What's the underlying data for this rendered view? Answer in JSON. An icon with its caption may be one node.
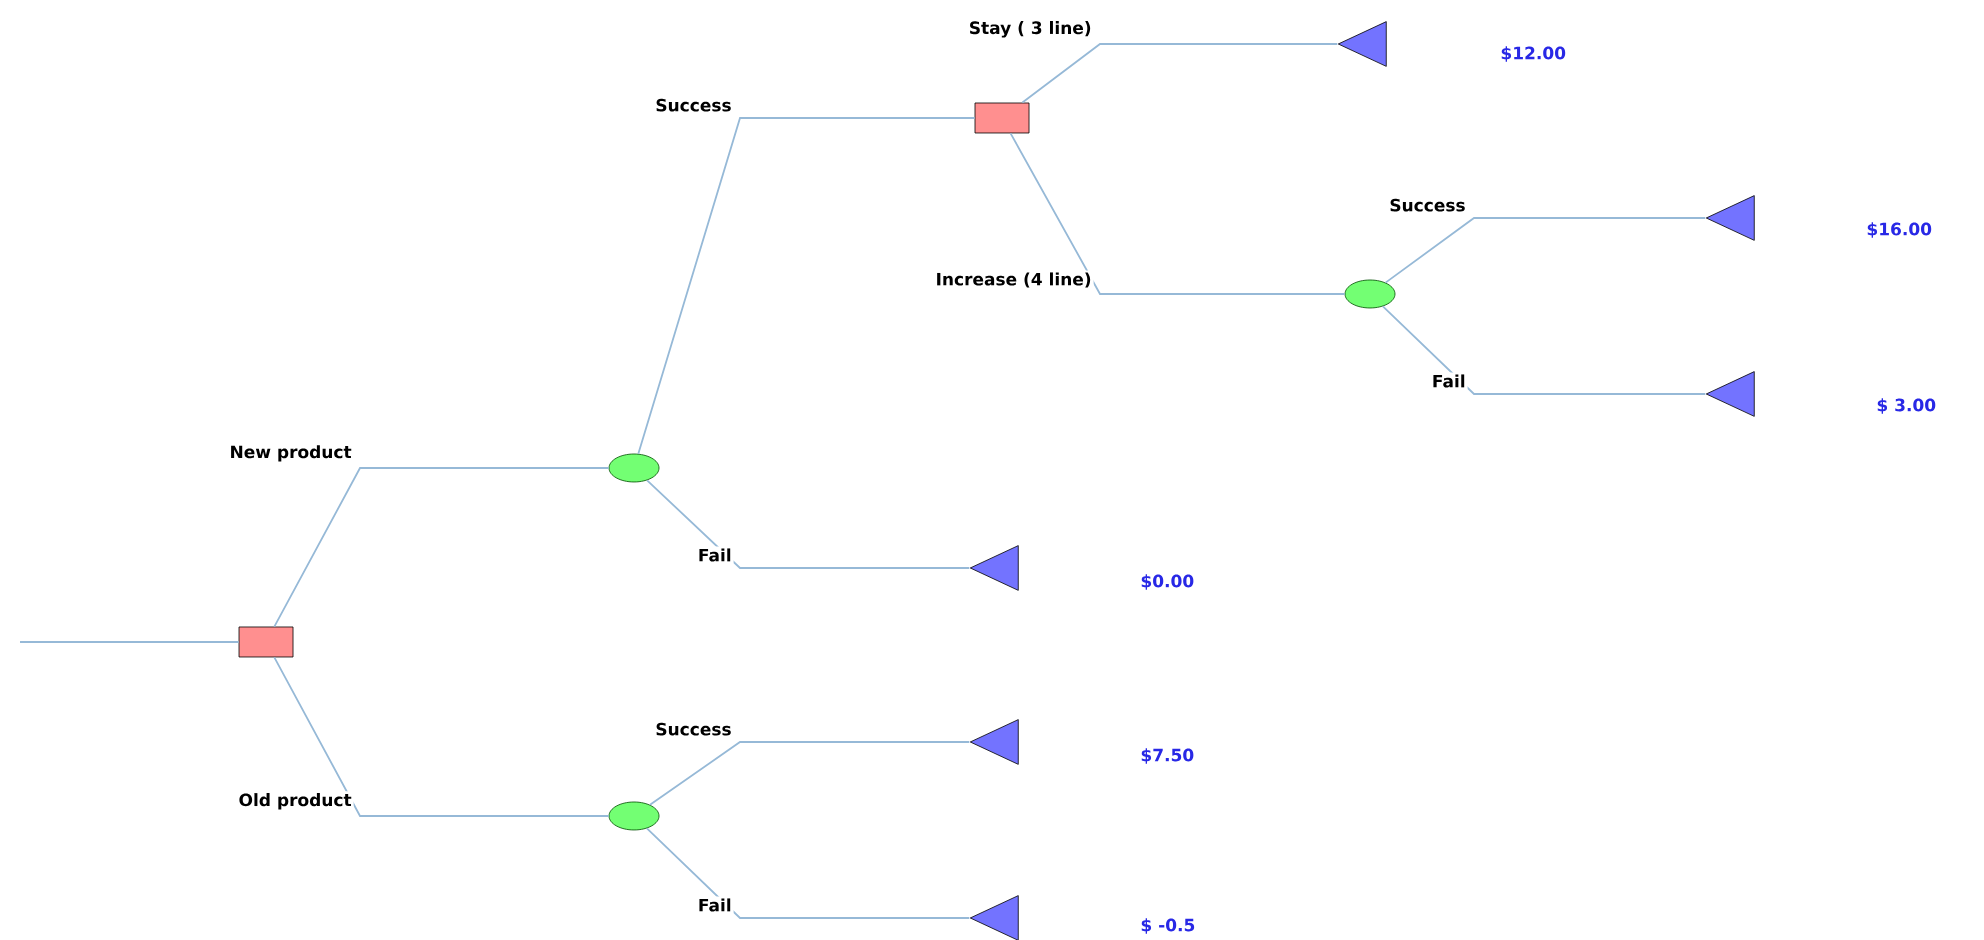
{
  "diagram": {
    "nodes": [
      {
        "text": [],
        "shape": "box"
      },
      {
        "text": [],
        "shape": "circle"
      },
      {
        "text": [],
        "shape": "circle"
      },
      {
        "text": [],
        "shape": "box"
      },
      {
        "text": [],
        "shape": "triangle"
      },
      {
        "text": [],
        "shape": "triangle"
      },
      {
        "text": [],
        "shape": "triangle"
      },
      {
        "text": [],
        "shape": "circle"
      },
      {
        "text": [],
        "shape": "triangle"
      },
      {
        "text": [],
        "shape": "triangle"
      },
      {
        "text": [],
        "shape": "triangle"
      }
    ],
    "edges": [
      {
        "from": null,
        "to": 0,
        "arrow": "none"
      },
      {
        "from": 0,
        "to": 1,
        "arrow": "none",
        "label": "New product"
      },
      {
        "from": 0,
        "to": 2,
        "arrow": "none",
        "label": "Old product"
      },
      {
        "from": 1,
        "to": 3,
        "arrow": "none",
        "label": "Success"
      },
      {
        "from": 1,
        "to": 4,
        "arrow": "none",
        "label": "Fail"
      },
      {
        "from": 2,
        "to": 5,
        "arrow": "none",
        "label": "Success"
      },
      {
        "from": 2,
        "to": 6,
        "arrow": "none",
        "label": "Fail"
      },
      {
        "from": 3,
        "to": 8,
        "arrow": "none",
        "label": "Stay ( 3 line)"
      },
      {
        "from": 3,
        "to": 7,
        "arrow": "none",
        "label": "Increase (4 line)"
      },
      {
        "from": 7,
        "to": 9,
        "arrow": "none",
        "label": "Success"
      },
      {
        "from": 7,
        "to": 10,
        "arrow": "none",
        "label": "Fail"
      }
    ],
    "labels": [
      "$12.00",
      "$16.00",
      "$ 3.00",
      "$0.00",
      "$7.50",
      "$ -0.5"
    ]
  }
}
